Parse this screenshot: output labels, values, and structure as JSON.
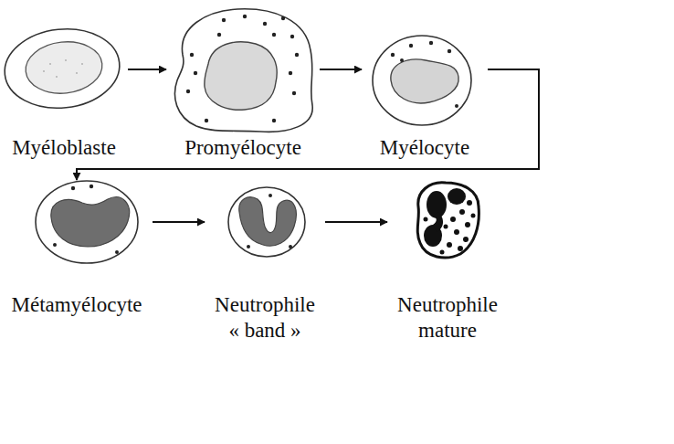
{
  "diagram": {
    "nodes": [
      {
        "text": [
          "Myéloblaste"
        ]
      },
      {
        "text": [
          "Promyélocyte"
        ]
      },
      {
        "text": [
          "Myélocyte"
        ]
      },
      {
        "text": [
          "Métamyélocyte"
        ]
      },
      {
        "text": [
          "Neutrophile « band »"
        ]
      },
      {
        "text": [
          "Neutrophile mature"
        ]
      }
    ],
    "edges": [
      {
        "from": 0,
        "to": 1,
        "arrow": "to"
      },
      {
        "from": 1,
        "to": 2,
        "arrow": "to"
      },
      {
        "from": 2,
        "to": 3,
        "arrow": "to"
      },
      {
        "from": 3,
        "to": 4,
        "arrow": "to"
      },
      {
        "from": 4,
        "to": 5,
        "arrow": "to"
      }
    ]
  }
}
